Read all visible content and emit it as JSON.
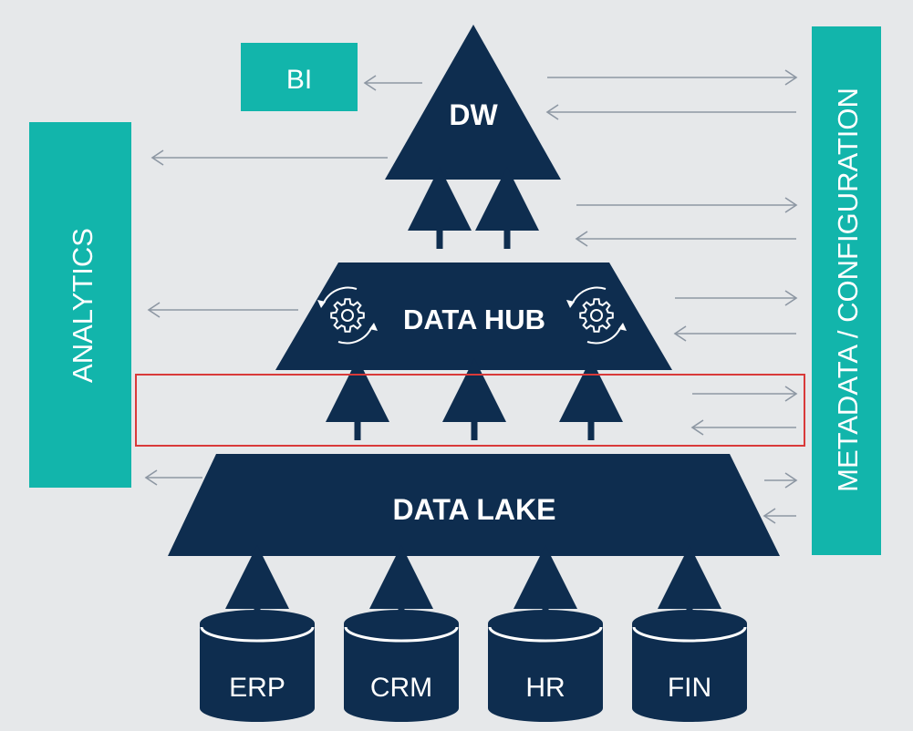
{
  "diagram": {
    "colors": {
      "background": "#e6e8ea",
      "navy": "#0e2d4f",
      "teal": "#12b5ab",
      "connector": "#8d97a3",
      "white": "#ffffff",
      "highlight": "#d93a3a"
    },
    "bi_label": "BI",
    "analytics_label": "ANALYTICS",
    "metadata_label": "METADATA / CONFIGURATION",
    "dw_label": "DW",
    "datahub_label": "DATA HUB",
    "datalake_label": "DATA LAKE",
    "sources": [
      "ERP",
      "CRM",
      "HR",
      "FIN"
    ],
    "icons": {
      "hub_left": "gear-refresh-icon",
      "hub_right": "gear-refresh-icon",
      "source": "database-icon",
      "flow": "arrow-up-icon",
      "connector_out": "arrow-right-icon",
      "connector_in": "arrow-left-icon"
    },
    "highlighted_section": "hub-to-lake-flow-band"
  }
}
